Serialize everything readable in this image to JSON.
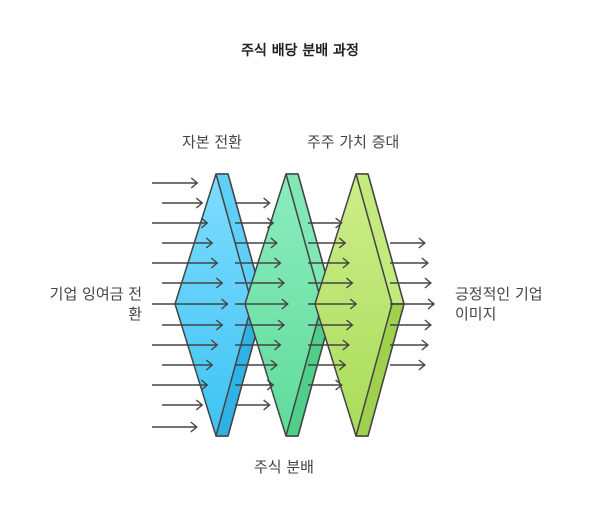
{
  "title": "주식 배당 분배 과정",
  "labels": {
    "top_left": "자본 전환",
    "top_right": "주주 가치 증대",
    "bottom": "주식 분배",
    "input_line1": "기업 잉여금 전",
    "input_line2": "환",
    "output_line1": "긍정적인 기업",
    "output_line2": "이미지"
  },
  "colors": {
    "panel1": "#4cc9f5",
    "panel2": "#6fe3a3",
    "panel3": "#b8e56a",
    "stroke": "#444444",
    "arrow": "#444444"
  }
}
